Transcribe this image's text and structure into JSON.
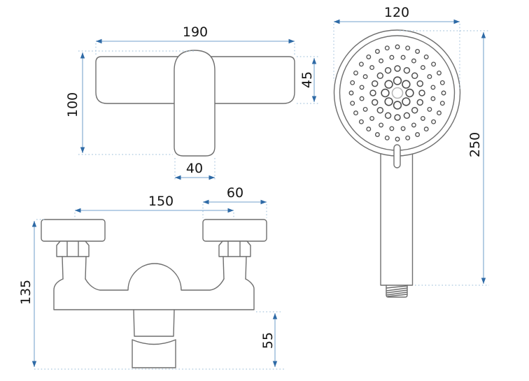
{
  "drawing": {
    "kind": "technical-dimension-drawing",
    "subject": "wall-mounted shower mixer faucet with hand shower",
    "units_shown": false
  },
  "colors": {
    "background": "#ffffff",
    "object_outline": "#6f6f6f",
    "dimension_line": "#8fb4d6",
    "dimension_arrow": "#2e6aa6",
    "extension_dotted": "#a9c6de",
    "text": "#151515",
    "nozzle_center_ring": "#b8b8b8"
  },
  "views": {
    "faucet_top": {
      "label": "faucet-top-view",
      "dims": {
        "width": "190",
        "depth": "100",
        "bar_depth": "45",
        "handle_width": "40"
      }
    },
    "faucet_front": {
      "label": "faucet-front-view",
      "dims": {
        "valve_spacing": "150",
        "flange_width": "60",
        "total_height": "135",
        "outlet_drop": "55"
      }
    },
    "hand_shower": {
      "label": "hand-shower-view",
      "dims": {
        "head_diameter": "120",
        "total_length": "250"
      }
    }
  }
}
